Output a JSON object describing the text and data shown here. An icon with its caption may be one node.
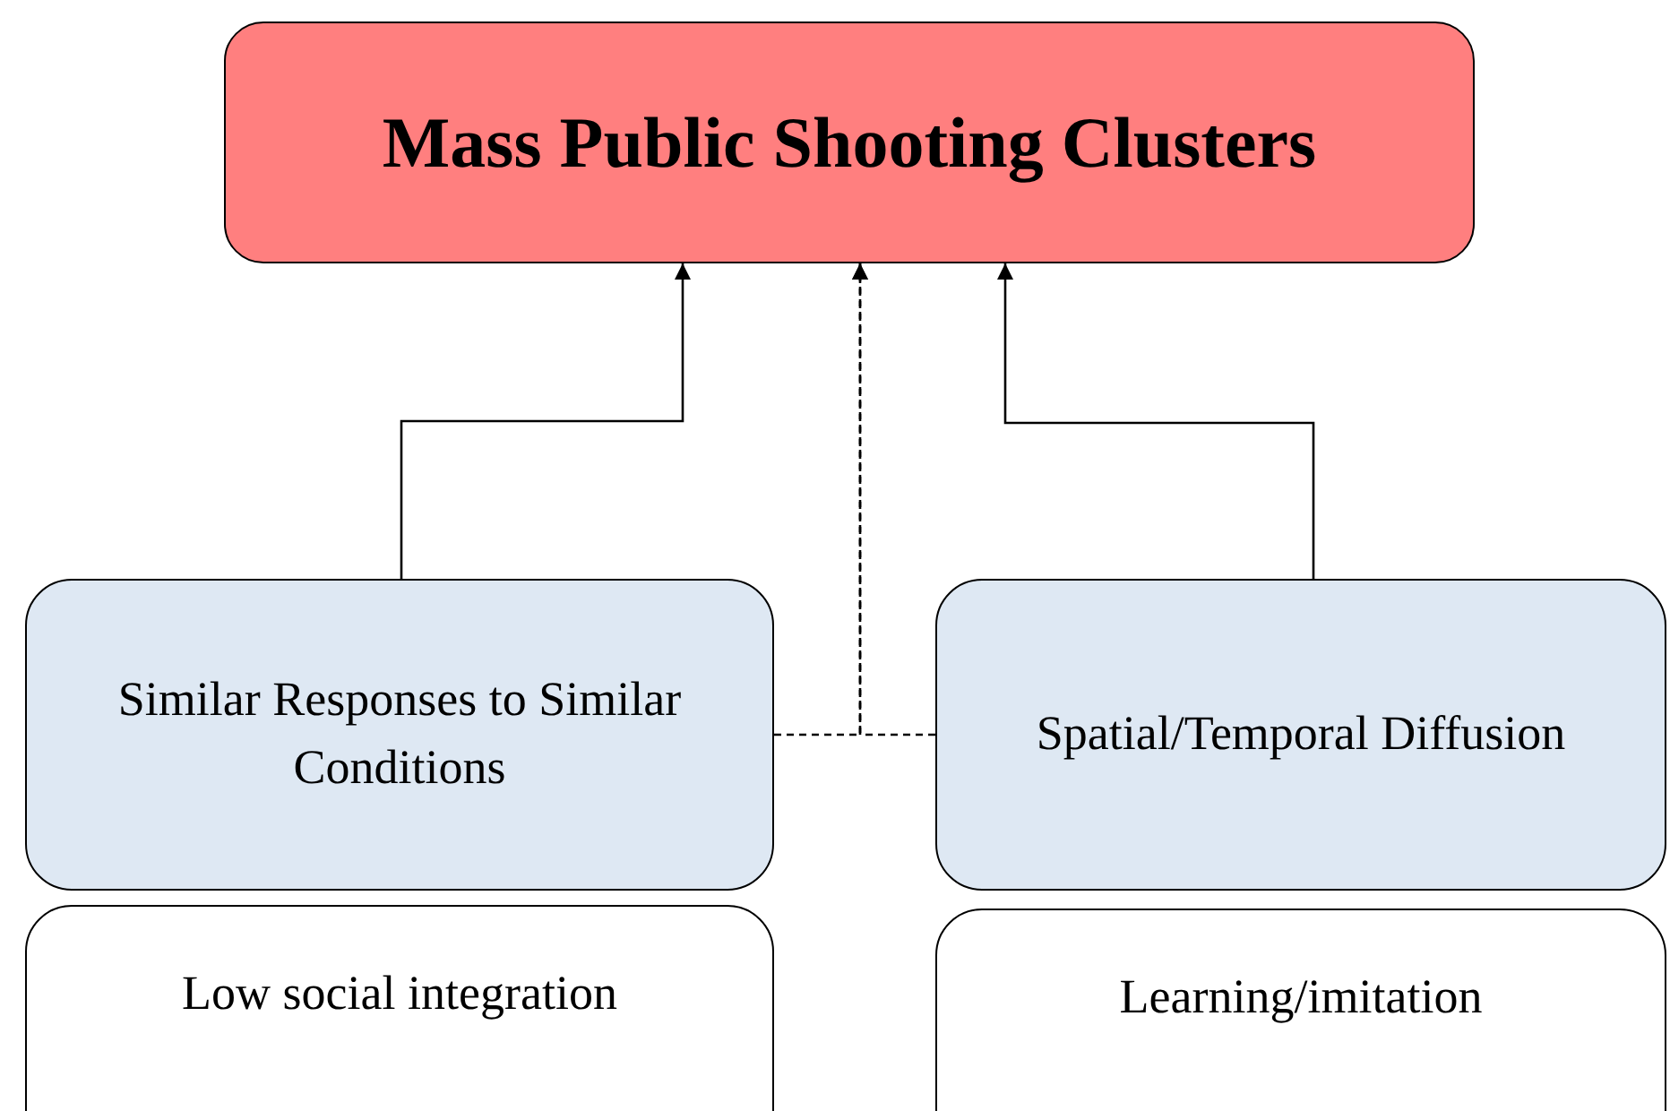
{
  "diagram": {
    "nodes": [
      {
        "text": [
          "Mass Public Shooting Clusters"
        ]
      },
      {
        "text": [
          "Similar Responses to Similar Conditions"
        ]
      },
      {
        "text": [
          "Spatial/Temporal Diffusion"
        ]
      },
      {
        "text": [
          "Low social integration"
        ]
      },
      {
        "text": [
          "Learning/imitation"
        ]
      }
    ],
    "edges": [
      {
        "from": 1,
        "to": 0,
        "arrow": "to"
      },
      {
        "from": 1,
        "to": 0,
        "arrow": "to",
        "style": "dashed"
      },
      {
        "from": 2,
        "to": 0,
        "arrow": "to",
        "style": "dashed"
      },
      {
        "from": 2,
        "to": 0,
        "arrow": "to"
      }
    ]
  }
}
